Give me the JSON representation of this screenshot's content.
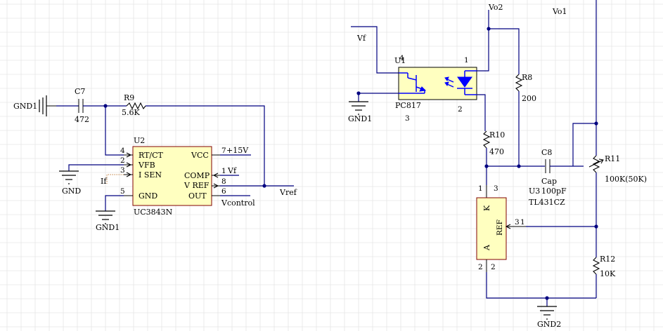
{
  "labels": {
    "gnd1_left": "GND1",
    "c7_ref": "C7",
    "c7_val": "472",
    "r9_ref": "R9",
    "r9_val": "5.6K",
    "u2_ref": "U2",
    "u2_part": "UC3843N",
    "gnd": "GND",
    "gnd1_u2": "GND1",
    "if": "If",
    "vref": "Vref",
    "vf_u2": "Vf",
    "v15": "+15V",
    "vcontrol": "Vcontrol",
    "vf_top": "Vf",
    "u1_ref": "U1",
    "u1_pin4": "4",
    "u1_pin1": "1",
    "u1_pin2": "2",
    "u1_pin3": "3",
    "u1_part": "PC817",
    "gnd1_u1": "GND1",
    "vo2": "Vo2",
    "vo1": "Vo1",
    "r8_ref": "R8",
    "r8_val": "200",
    "r10_ref": "R10",
    "r10_val": "470",
    "c8_ref": "C8",
    "c8_type": "Cap",
    "c8_val": "100pF",
    "r11_ref": "R11",
    "r11_val": "100K(50K)",
    "u3_ref": "U3",
    "u3_part": "TL431CZ",
    "u3_pin1": "1",
    "u3_pin3": "3",
    "u3_pin2": "2",
    "u3_pin2b": "2",
    "u3_refpin3": "3",
    "u3_refpin1": "1",
    "u3_k": "K",
    "u3_a": "A",
    "u3_ref_lbl": "REF",
    "r12_ref": "R12",
    "r12_val": "10K",
    "gnd2": "GND2"
  },
  "u2_pins": [
    {
      "num": "4",
      "name": "RT/CT"
    },
    {
      "num": "2",
      "name": "VFB"
    },
    {
      "num": "3",
      "name": "I SEN"
    },
    {
      "num": "5",
      "name": "GND"
    },
    {
      "num": "7",
      "name": "VCC"
    },
    {
      "num": "1",
      "name": "COMP"
    },
    {
      "num": "8",
      "name": "V REF"
    },
    {
      "num": "6",
      "name": "OUT"
    }
  ],
  "colors": {
    "wire": "#000080",
    "component_body": "#ffffc0",
    "component_border": "#800000",
    "optocoupler": "#0000ff",
    "grid": "#e6e6e6"
  }
}
